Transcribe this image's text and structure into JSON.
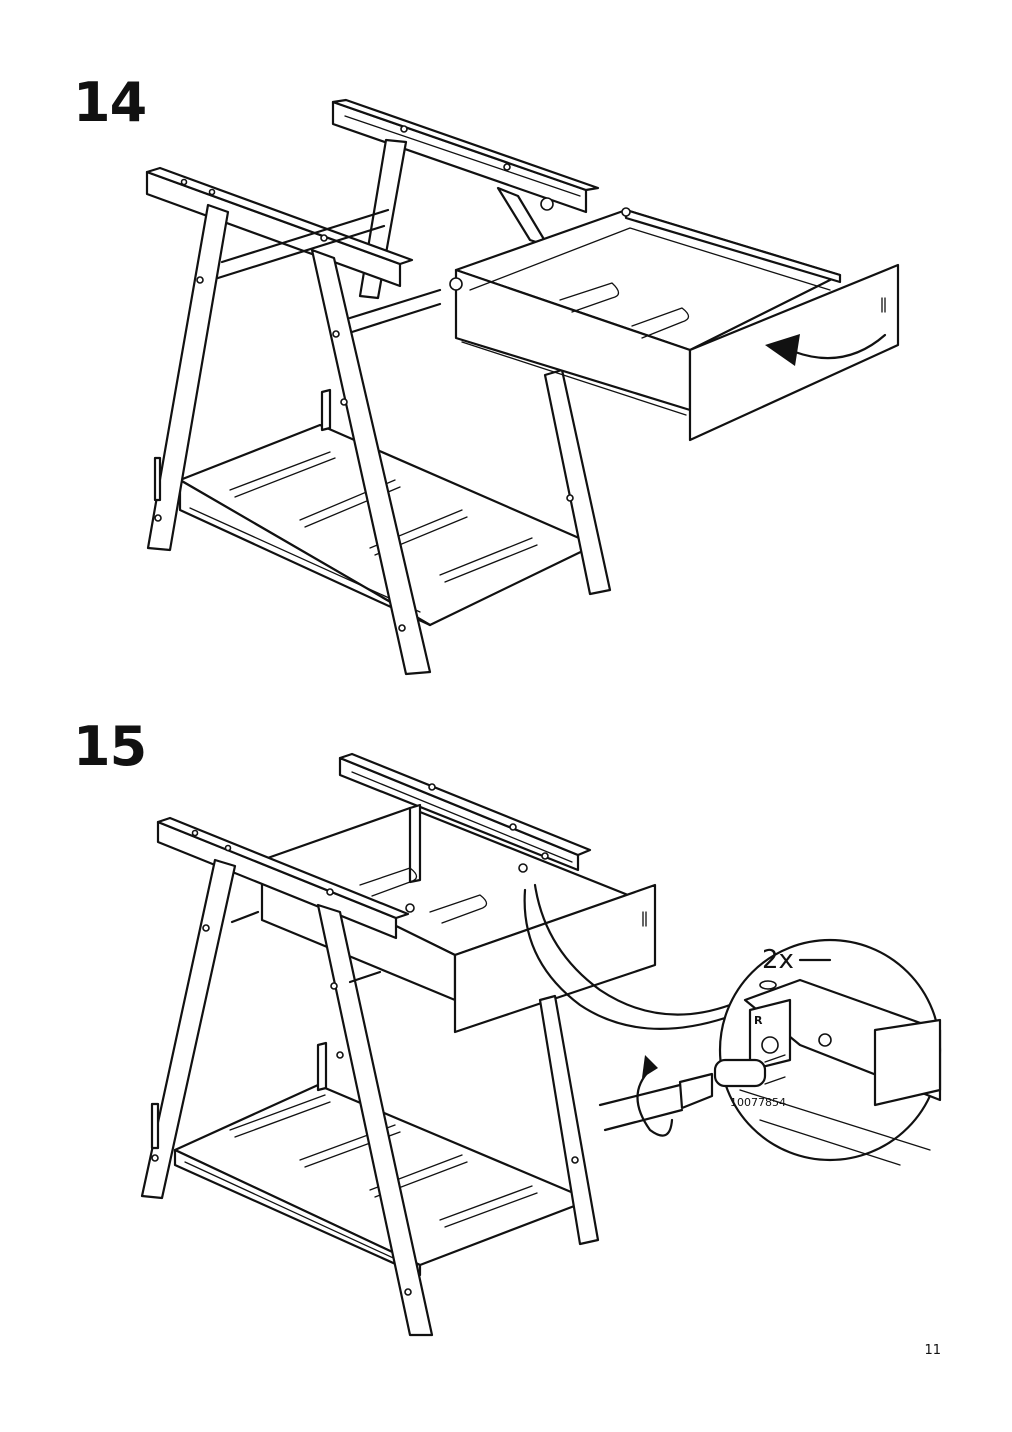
{
  "steps": [
    {
      "number": "14",
      "description_icon": "drawer-insert-arrow-icon"
    },
    {
      "number": "15",
      "description_icon": "screwdriver-rotate-icon"
    }
  ],
  "callout": {
    "quantity": "2x",
    "part_number": "10077854",
    "side_mark": "R"
  },
  "page": {
    "number": "11"
  },
  "colors": {
    "ink": "#111111",
    "paper": "#ffffff"
  }
}
